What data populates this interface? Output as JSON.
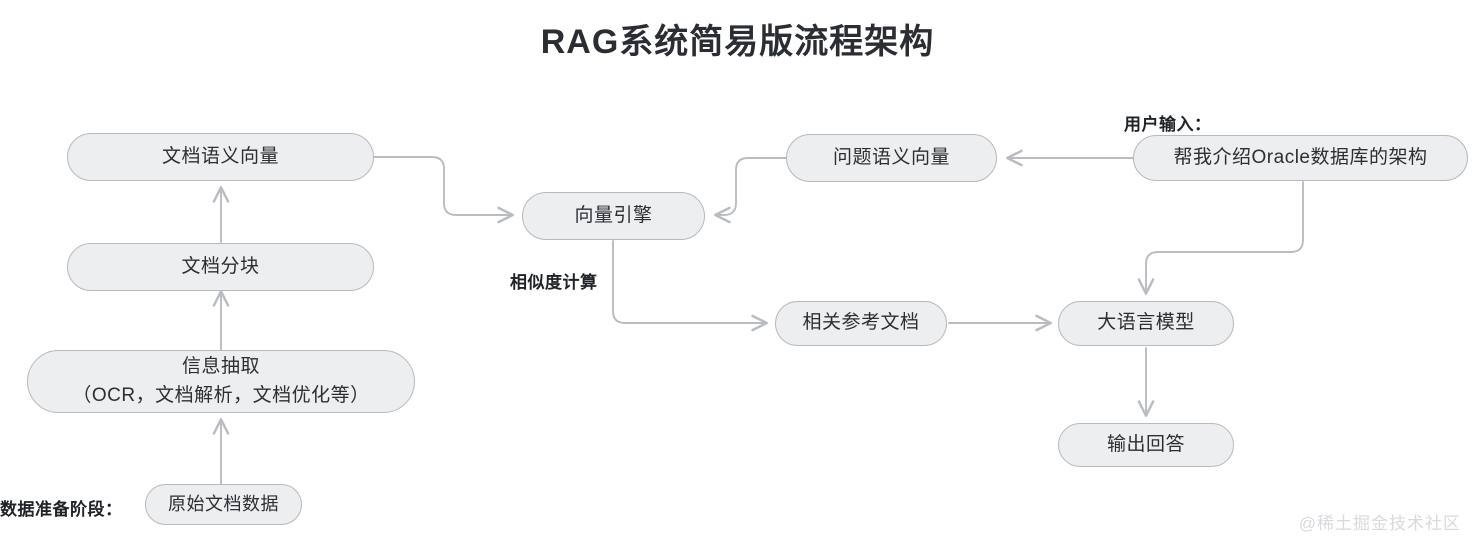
{
  "title": "RAG系统简易版流程架构",
  "watermark": "@稀土掘金技术社区",
  "captions": {
    "data_prep_stage": "数据准备阶段：",
    "similarity": "相似度计算",
    "user_input": "用户输入："
  },
  "nodes": {
    "doc_vector": "文档语义向量",
    "doc_chunk": "文档分块",
    "info_extract": "信息抽取\n（OCR，文档解析，文档优化等）",
    "raw_doc": "原始文档数据",
    "vector_engine": "向量引擎",
    "query_vector": "问题语义向量",
    "user_query": "帮我介绍Oracle数据库的架构",
    "related_docs": "相关参考文档",
    "llm": "大语言模型",
    "answer": "输出回答"
  },
  "colors": {
    "node_fill": "#eceef0",
    "node_border": "#b6babe",
    "edge": "#b9bcc0",
    "text": "#2b2f33",
    "watermark": "#d8dade"
  },
  "flow": [
    {
      "from": "raw_doc",
      "to": "info_extract"
    },
    {
      "from": "info_extract",
      "to": "doc_chunk"
    },
    {
      "from": "doc_chunk",
      "to": "doc_vector"
    },
    {
      "from": "doc_vector",
      "to": "vector_engine"
    },
    {
      "from": "user_query",
      "to": "query_vector"
    },
    {
      "from": "query_vector",
      "to": "vector_engine"
    },
    {
      "from": "vector_engine",
      "to": "related_docs",
      "label": "相似度计算"
    },
    {
      "from": "related_docs",
      "to": "llm"
    },
    {
      "from": "user_query",
      "to": "llm"
    },
    {
      "from": "llm",
      "to": "answer"
    }
  ]
}
